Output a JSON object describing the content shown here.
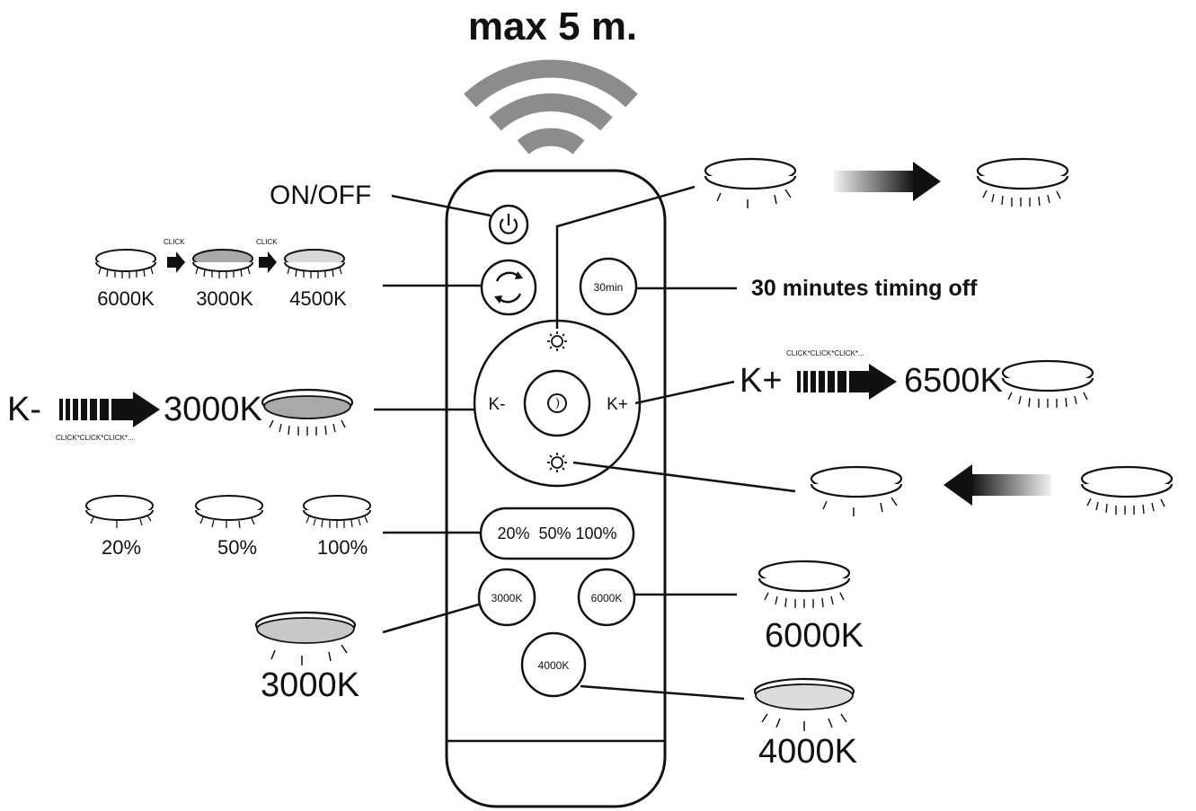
{
  "title": "max 5 m.",
  "remote": {
    "buttons": {
      "timer": "30min",
      "k_minus": "K-",
      "k_plus": "K+",
      "brightness_levels": "20%  50% 100%",
      "cct_3000": "3000K",
      "cct_6000": "6000K",
      "cct_4000": "4000K"
    }
  },
  "callouts": {
    "on_off": "ON/OFF",
    "timer": "30 minutes timing off",
    "cycle": {
      "steps": [
        "6000K",
        "3000K",
        "4500K"
      ],
      "click": "CLICK"
    },
    "k_minus": {
      "label": "K-",
      "result": "3000K",
      "clicks": "CLICK*CLICK*CLICK*..."
    },
    "k_plus": {
      "label": "K+",
      "result": "6500K",
      "clicks": "CLICK*CLICK*CLICK*..."
    },
    "brightness": [
      "20%",
      "50%",
      "100%"
    ],
    "preset_3000": "3000K",
    "preset_6000": "6000K",
    "preset_4000": "4000K"
  },
  "colors": {
    "ink": "#111111",
    "wifi": "#8c8c8c",
    "warm_fill": "#a9a9a9",
    "neutral_fill": "#d8d8d8"
  }
}
